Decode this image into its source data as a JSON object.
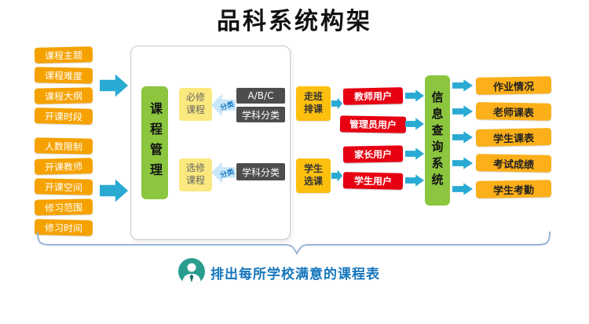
{
  "title": "品科系统构架",
  "left_column": {
    "group1": [
      "课程主题",
      "课程难度",
      "课程大纲",
      "开课时段"
    ],
    "group2": [
      "人数限制",
      "开课教师",
      "开课空间",
      "修习范围",
      "修习时间"
    ]
  },
  "center_panel": {
    "course_management": "课程管理",
    "required_course": "必修课程",
    "elective_course": "选修课程",
    "classify_top": "分类",
    "classify_bottom": "分类",
    "abc": "A/B/C",
    "subject_category_top": "学科分类",
    "subject_category_bottom": "学科分类"
  },
  "scheduling": {
    "class_scheduling": "走班排课",
    "student_course_selection": "学生选课"
  },
  "users": [
    "教师用户",
    "管理员用户",
    "家长用户",
    "学生用户"
  ],
  "query_system_label": "信息查询系统",
  "outputs": [
    "作业情况",
    "老师课表",
    "学生课表",
    "考试成绩",
    "学生考勤"
  ],
  "footer_slogan": "排出每所学校满意的课程表",
  "colors": {
    "orange_input": "#F5A200",
    "amber_output": "#FBAF18",
    "red_user": "#E60012",
    "green_system": "#8CC63F",
    "cyan_arrow": "#29AAD3",
    "yellow_note": "#FBE87E",
    "dark_label": "#4D4D4D",
    "blue_text": "#1576BC",
    "avatar_teal": "#2A9D8F"
  }
}
